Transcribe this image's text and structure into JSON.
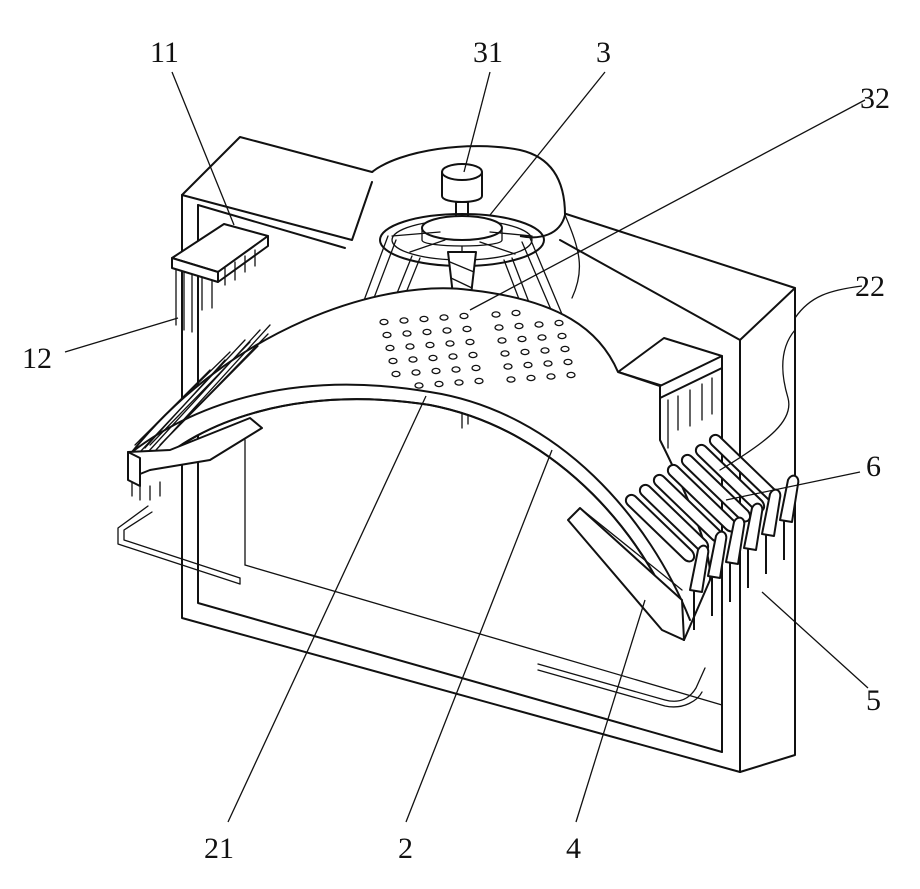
{
  "labels": {
    "l11": "11",
    "l31": "31",
    "l3": "3",
    "l32": "32",
    "l22": "22",
    "l12": "12",
    "l6": "6",
    "l5": "5",
    "l21": "21",
    "l2": "2",
    "l4": "4"
  },
  "style": {
    "line_color": "#111111",
    "background": "#ffffff"
  }
}
